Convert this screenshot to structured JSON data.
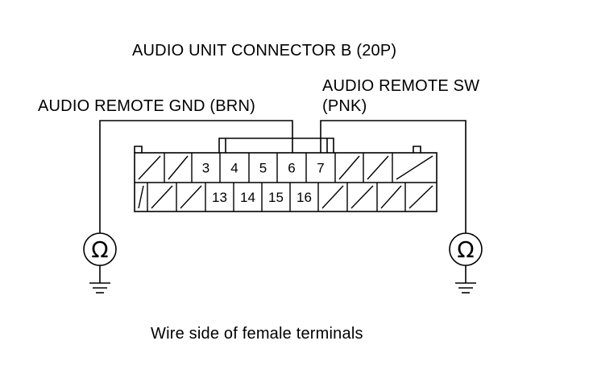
{
  "diagram": {
    "title": "AUDIO UNIT CONNECTOR B (20P)",
    "left_wire_label": "AUDIO REMOTE GND (BRN)",
    "right_wire_label_line1": "AUDIO REMOTE SW",
    "right_wire_label_line2": "(PNK)",
    "caption": "Wire side of female terminals",
    "ohm_symbol": "Ω"
  },
  "connector": {
    "top_row": [
      "",
      "",
      "3",
      "4",
      "5",
      "6",
      "7",
      "",
      "",
      ""
    ],
    "bottom_row": [
      "",
      "",
      "",
      "13",
      "14",
      "15",
      "16",
      "",
      "",
      "",
      ""
    ]
  }
}
